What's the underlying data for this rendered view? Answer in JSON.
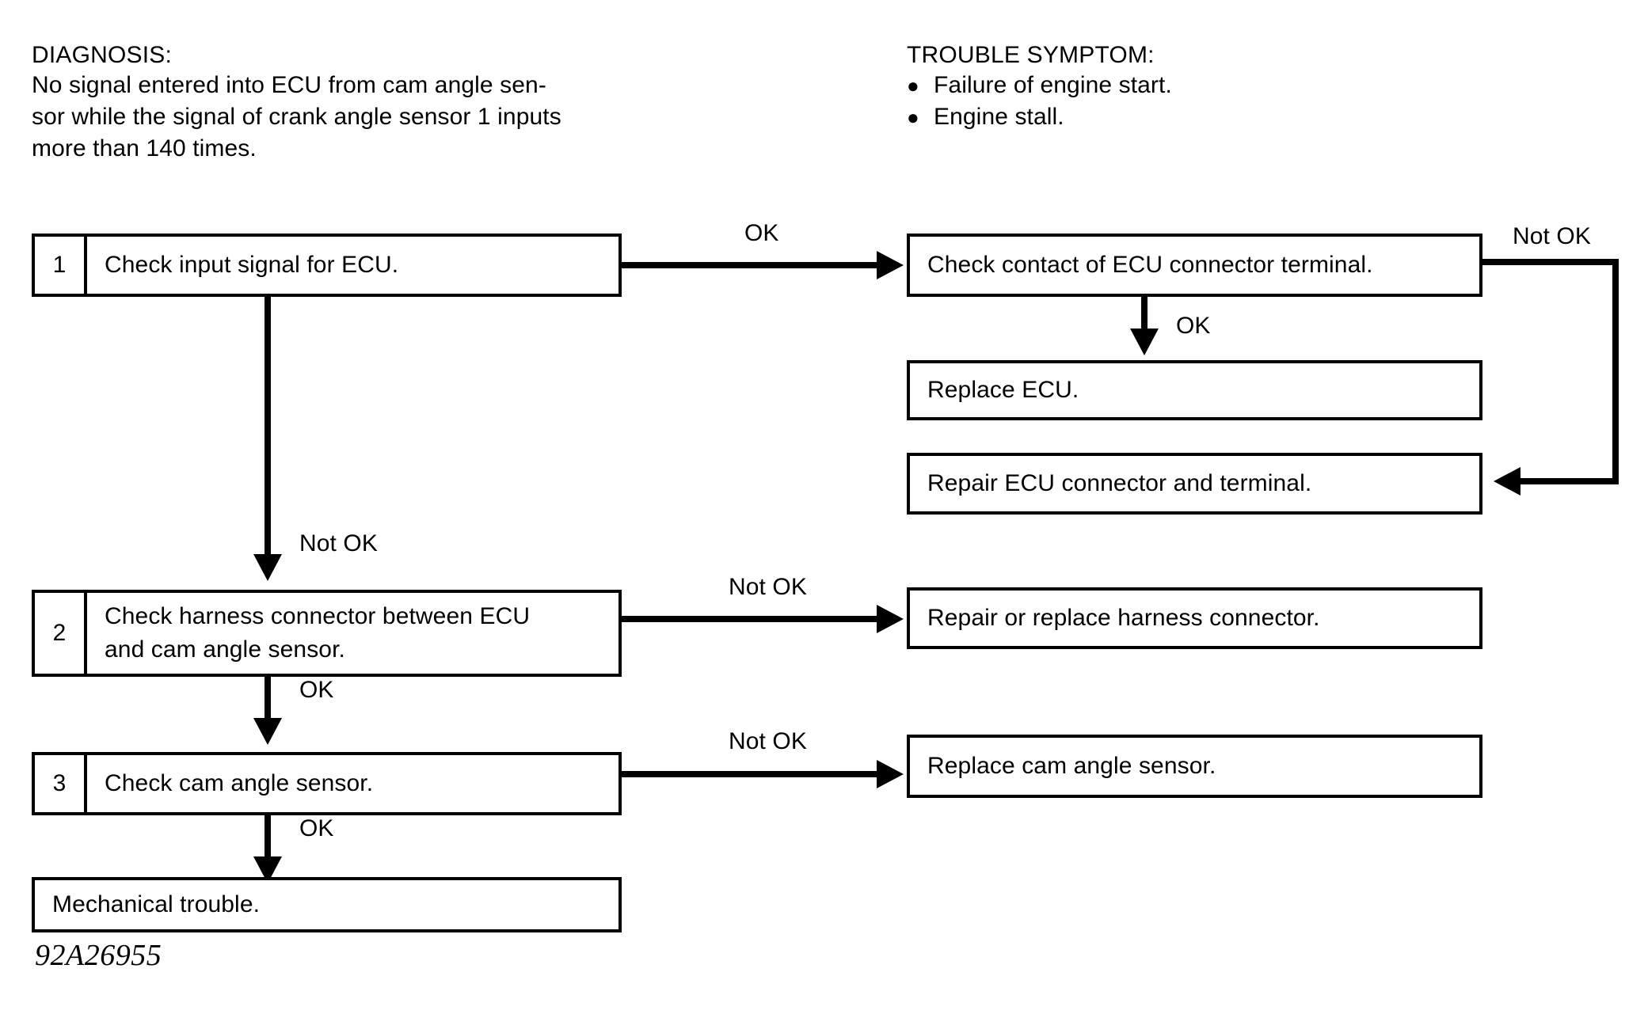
{
  "diagnosis": {
    "title": "DIAGNOSIS:",
    "lines": [
      "No signal entered into ECU from cam angle sen-",
      "sor while the signal of crank angle sensor 1 inputs",
      "more than 140 times."
    ]
  },
  "trouble_symptom": {
    "title": "TROUBLE SYMPTOM:",
    "bullet": "●",
    "items": [
      "Failure of engine start.",
      "Engine stall."
    ]
  },
  "flowchart": {
    "steps": [
      {
        "number": "1",
        "text": "Check input signal for ECU."
      },
      {
        "number": "2",
        "text_line1": "Check harness connector between ECU",
        "text_line2": "and cam angle sensor."
      },
      {
        "number": "3",
        "text": "Check cam angle sensor."
      }
    ],
    "terminal": {
      "text": "Mechanical trouble."
    },
    "actions": {
      "check_contact": "Check contact of ECU connector terminal.",
      "replace_ecu": "Replace ECU.",
      "repair_ecu_connector": "Repair ECU connector and terminal.",
      "repair_harness": "Repair or replace harness connector.",
      "replace_cam_sensor": "Replace cam angle sensor."
    },
    "labels": {
      "step1_to_contact": "OK",
      "contact_not_ok": "Not OK",
      "contact_to_replace_ecu": "OK",
      "step1_to_step2": "Not OK",
      "step2_to_repair_harness": "Not OK",
      "step2_to_step3": "OK",
      "step3_to_replace_sensor": "Not OK",
      "step3_to_terminal": "OK"
    }
  },
  "figure_id": "92A26955",
  "colors": {
    "ink": "#000000",
    "paper": "#ffffff"
  }
}
